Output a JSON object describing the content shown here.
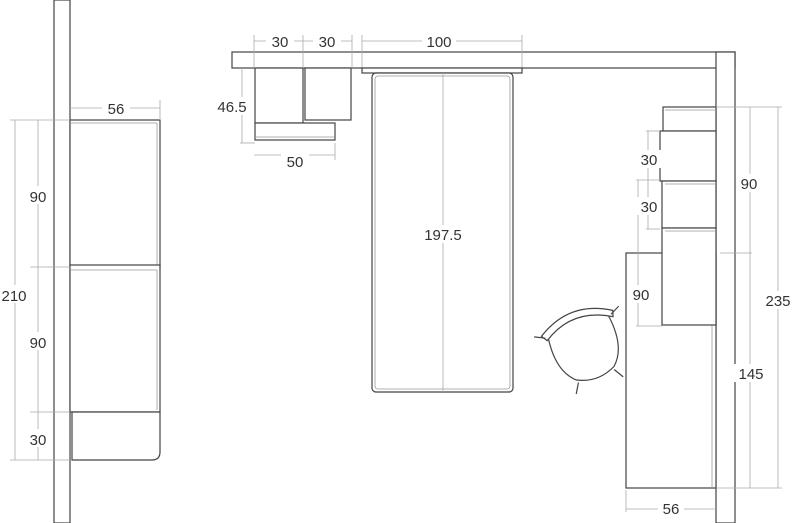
{
  "title": "Bedroom furniture floor plan",
  "unit_labels": {
    "left_width": "56",
    "left_upper": "90",
    "left_middle": "90",
    "left_bottom": "30",
    "left_total": "210",
    "top_shelf_a": "30",
    "top_shelf_b": "30",
    "top_desk_width": "100",
    "top_depth": "46.5",
    "top_bottom_width": "50",
    "bed_length": "197.5",
    "right_shelf_a": "30",
    "right_shelf_b": "30",
    "right_lower": "90",
    "right_upper_total": "90",
    "right_total": "235",
    "right_desk_length": "145",
    "right_desk_width": "56"
  },
  "colors": {
    "line": "#444444",
    "dimension": "#aaaaaa",
    "text": "#333333"
  }
}
